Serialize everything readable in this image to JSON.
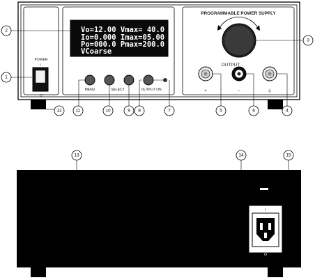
{
  "front_panel": {
    "title": "PROGRAMMABLE POWER SUPPLY",
    "power_switch_label": "POWER",
    "switch_on_mark": "I",
    "switch_off_mark": "O",
    "lcd_lines": [
      "Vo=12.00 Vmax= 40.0",
      "Io=0.000 Imax=05.00",
      "Po=000.0 Pmax=200.0",
      "VCoarse"
    ],
    "button_labels": {
      "menu": "MENU",
      "select": "SELECT",
      "output_on": "OUTPUT ON"
    },
    "output_label": "OUTPUT",
    "terminal_marks": {
      "plus": "+",
      "minus": "−",
      "ground": "⏚"
    }
  },
  "callouts": [
    "1",
    "2",
    "3",
    "4",
    "5",
    "6",
    "7",
    "8",
    "9",
    "10",
    "11",
    "12",
    "13",
    "14",
    "15"
  ],
  "rear_panel": {
    "voltage_marks": [
      "I",
      "O"
    ]
  }
}
